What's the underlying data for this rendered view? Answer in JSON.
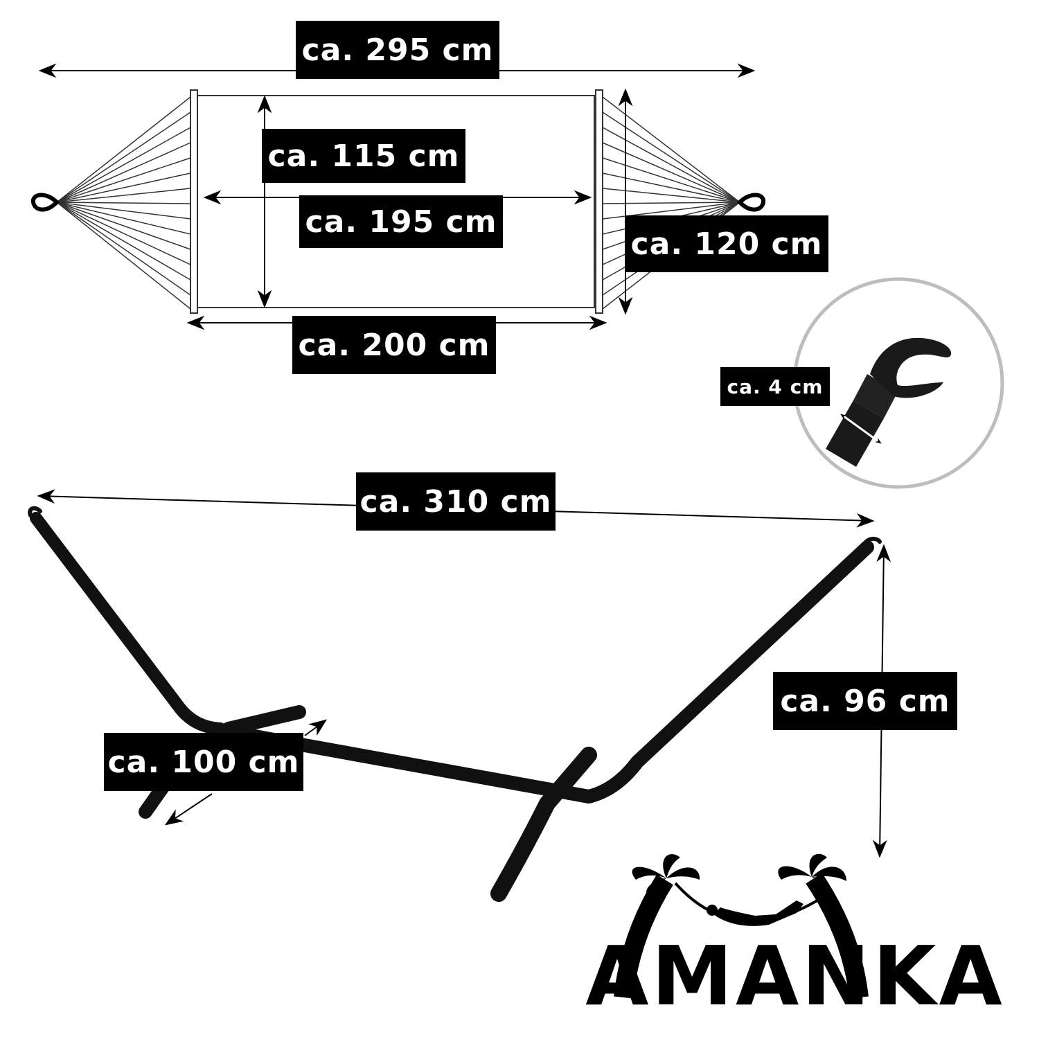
{
  "dimensions": {
    "overall_length": "ca. 295 cm",
    "hammock_width": "ca. 115 cm",
    "spreader_inner_length": "ca. 195 cm",
    "spreader_bar_length": "ca. 120 cm",
    "bed_length": "ca. 200 cm",
    "hook_diameter": "ca. 4 cm",
    "stand_length": "ca. 310 cm",
    "stand_height": "ca. 96 cm",
    "foot_width": "ca. 100 cm"
  },
  "brand": {
    "name": "AMANKA"
  },
  "colors": {
    "label_bg": "#000000",
    "label_text": "#ffffff",
    "frame": "#1a1a1a",
    "circle_outline": "#bdbdbd"
  }
}
